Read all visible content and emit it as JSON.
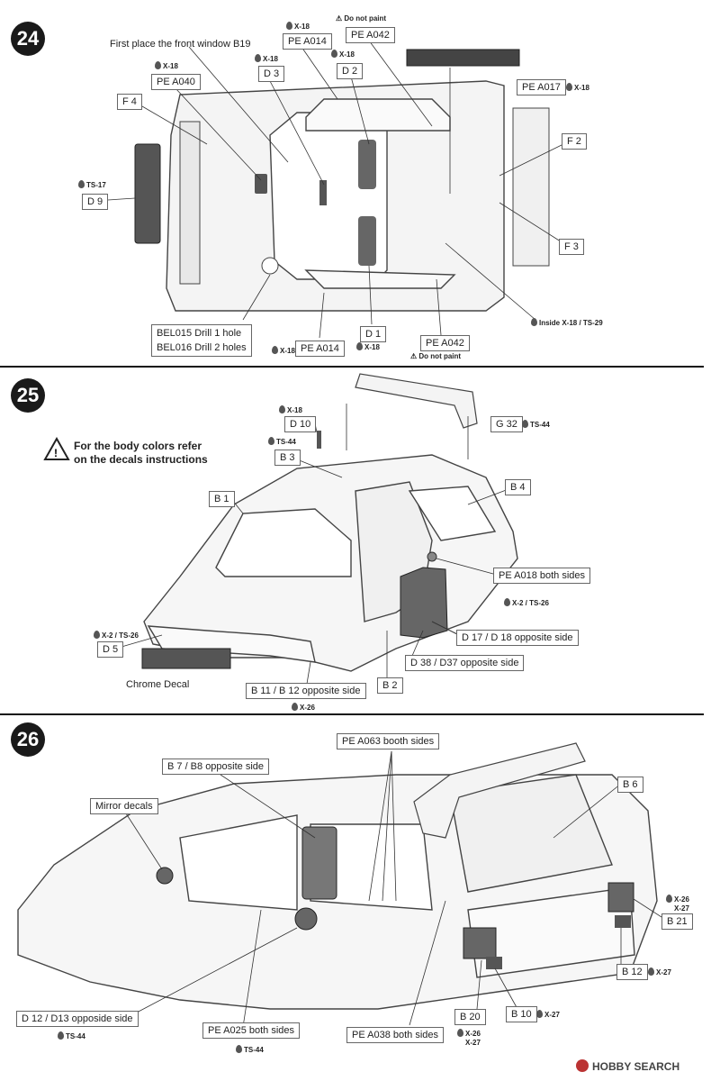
{
  "steps": {
    "s24": "24",
    "s25": "25",
    "s26": "26"
  },
  "step24": {
    "instruction": "First place the front window B19",
    "parts": {
      "pea014_top": "PE A014",
      "pea042_top": "PE A042",
      "d3": "D 3",
      "d2": "D 2",
      "pea040": "PE A040",
      "f4": "F 4",
      "d9": "D 9",
      "pea017": "PE A017",
      "f2": "F 2",
      "f3": "F 3",
      "d1": "D 1",
      "pea014_bottom": "PE A014",
      "pea042_bottom": "PE A042"
    },
    "drill_1": "BEL015 Drill 1 hole",
    "drill_2": "BEL016 Drill 2 holes",
    "paints": {
      "pea014_top": "X-18",
      "d3": "X-18",
      "d2": "X-18",
      "pea040": "X-18",
      "d9": "TS-17",
      "pea017": "X-18",
      "inside": "Inside X-18 / TS-29",
      "d1": "X-18",
      "pea014_bottom": "X-18"
    },
    "warn_top": "Do not paint",
    "warn_bottom": "Do not paint"
  },
  "step25": {
    "note_line1": "For the body colors refer",
    "note_line2": "on the decals instructions",
    "parts": {
      "d10": "D 10",
      "b3": "B 3",
      "g32": "G 32",
      "b1": "B 1",
      "b4": "B 4",
      "pea018": "PE A018 both sides",
      "d5": "D 5",
      "d17": "D 17 / D 18 opposite side",
      "d38": "D 38 / D37 opposite side",
      "b11": "B 11 / B 12 opposite side",
      "b2": "B 2"
    },
    "chrome": "Chrome Decal",
    "paints": {
      "d10": "X-18",
      "b3": "TS-44",
      "g32": "TS-44",
      "pea018": "X-2 / TS-26",
      "d5": "X-2 / TS-26",
      "b11": "X-26"
    }
  },
  "step26": {
    "parts": {
      "pea063": "PE A063 booth sides",
      "b7": "B 7 / B8 opposite side",
      "mirror": "Mirror decals",
      "b6": "B 6",
      "b21": "B 21",
      "b12": "B 12",
      "b10": "B 10",
      "b20": "B 20",
      "d12": "D 12 / D13 opposide side",
      "pea025": "PE A025 both sides",
      "pea038": "PE A038 both sides"
    },
    "paints": {
      "b21_a": "X-26",
      "b21_b": "X-27",
      "b12": "X-27",
      "b10": "X-27",
      "b20_a": "X-26",
      "b20_b": "X-27",
      "d12": "TS-44",
      "pea025": "TS-44"
    }
  },
  "watermark": "HOBBY SEARCH",
  "colors": {
    "ink": "#222222",
    "line": "#555555",
    "body_fill": "#f2f2f2",
    "dark_part": "#555555"
  }
}
